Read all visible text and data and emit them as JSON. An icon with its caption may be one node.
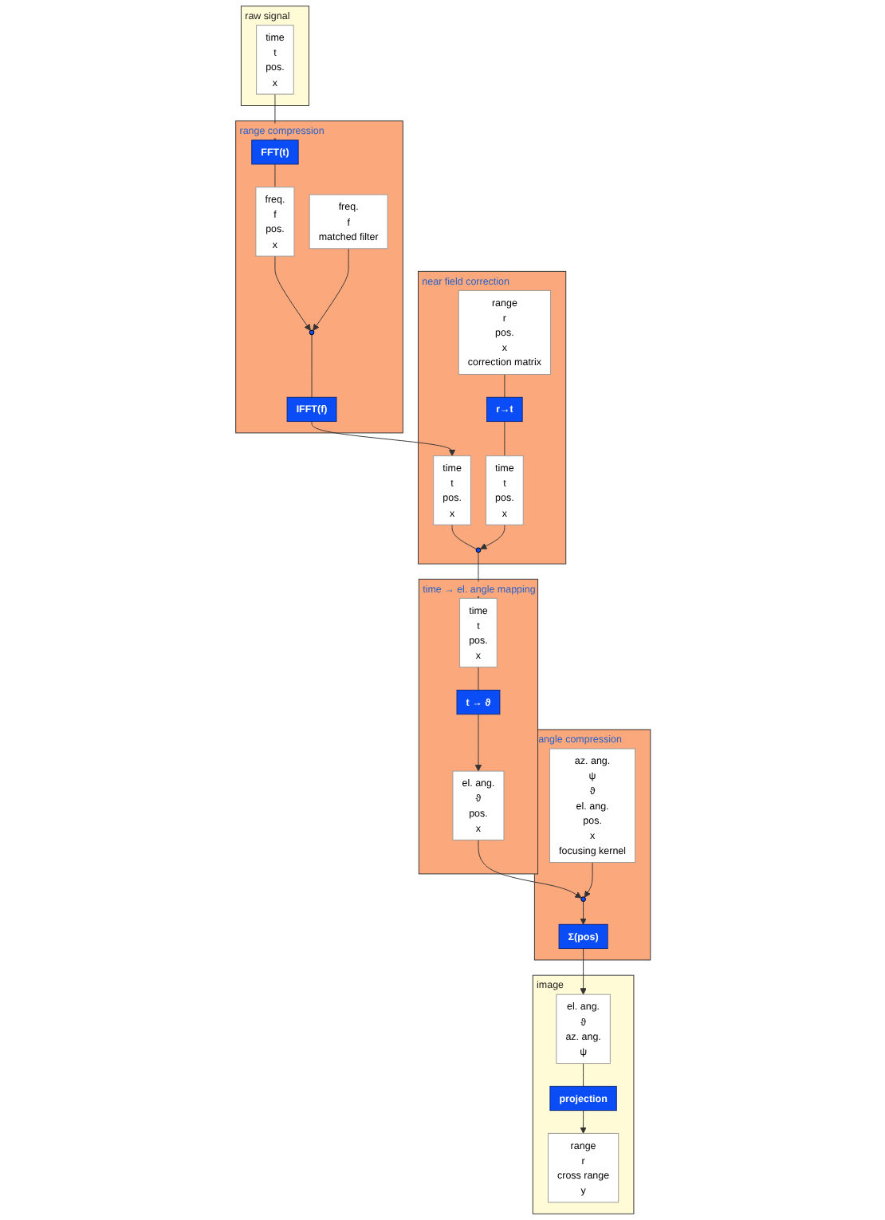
{
  "diagram": {
    "nodes": [
      {
        "text": [
          "range compression"
        ]
      },
      {
        "text": [
          "FFT(t)"
        ],
        "in": 0
      },
      {
        "text": [
          "freq.",
          "f",
          "pos.",
          "x"
        ],
        "in": 0
      },
      {
        "text": [],
        "shape": "circle",
        "in": 0
      },
      {
        "text": [
          "freq.",
          "f",
          "matched filter"
        ],
        "in": 0
      },
      {
        "text": [
          "IFFT(f)"
        ],
        "in": 0
      },
      {
        "text": [
          "raw signal"
        ]
      },
      {
        "text": [
          "time",
          "t",
          "pos.",
          "x"
        ],
        "in": 6
      },
      {
        "text": [
          "near field correction"
        ]
      },
      {
        "text": [
          "time",
          "t",
          "pos.",
          "x"
        ],
        "in": 8
      },
      {
        "text": [],
        "shape": "circle",
        "in": 8
      },
      {
        "text": [
          "time",
          "t",
          "pos.",
          "x"
        ],
        "in": 8
      },
      {
        "text": [
          "r→t"
        ],
        "in": 8
      },
      {
        "text": [
          "range",
          "r",
          "pos.",
          "x",
          "correction matrix"
        ],
        "in": 8
      },
      {
        "text": [
          "time → el. angle mapping"
        ]
      },
      {
        "text": [
          "time",
          "t",
          "pos.",
          "x"
        ],
        "in": 14
      },
      {
        "text": [
          "t → ϑ"
        ],
        "in": 14
      },
      {
        "text": [
          "el. ang.",
          "ϑ",
          "pos.",
          "x"
        ],
        "in": 14
      },
      {
        "text": [
          "angle compression"
        ]
      },
      {
        "text": [],
        "shape": "circle",
        "in": 18
      },
      {
        "text": [
          "az. ang.",
          "ψ",
          "ϑ",
          "el. ang.",
          "pos.",
          "x",
          "focusing kernel"
        ],
        "in": 18
      },
      {
        "text": [
          "Σ(pos)"
        ],
        "in": 18
      },
      {
        "text": [
          "image"
        ]
      },
      {
        "text": [
          "el. ang.",
          "ϑ",
          "az. ang.",
          "ψ"
        ],
        "in": 22
      },
      {
        "text": [
          "projection"
        ],
        "in": 22
      },
      {
        "text": [
          "range",
          "r",
          "cross range",
          "y"
        ],
        "in": 22
      }
    ],
    "edges": [
      {
        "from": 7,
        "to": 1,
        "arrow": "to"
      },
      {
        "from": 1,
        "to": 2,
        "arrow": "none"
      },
      {
        "from": 2,
        "to": 3,
        "arrow": "to"
      },
      {
        "from": 4,
        "to": 3,
        "arrow": "to"
      },
      {
        "from": 3,
        "to": 5,
        "arrow": "none"
      },
      {
        "from": 5,
        "to": 9,
        "arrow": "to"
      },
      {
        "from": 9,
        "to": 10,
        "arrow": "none"
      },
      {
        "from": 11,
        "to": 10,
        "arrow": "to"
      },
      {
        "from": 12,
        "to": 11,
        "arrow": "none"
      },
      {
        "from": 13,
        "to": 12,
        "arrow": "none"
      },
      {
        "from": 10,
        "to": 15,
        "arrow": "to"
      },
      {
        "from": 15,
        "to": 16,
        "arrow": "none"
      },
      {
        "from": 16,
        "to": 17,
        "arrow": "to"
      },
      {
        "from": 17,
        "to": 19,
        "arrow": "to"
      },
      {
        "from": 20,
        "to": 19,
        "arrow": "to"
      },
      {
        "from": 19,
        "to": 21,
        "arrow": "to"
      },
      {
        "from": 21,
        "to": 23,
        "arrow": "to"
      },
      {
        "from": 23,
        "to": 24,
        "arrow": "none"
      },
      {
        "from": 24,
        "to": 25,
        "arrow": "to"
      }
    ]
  }
}
